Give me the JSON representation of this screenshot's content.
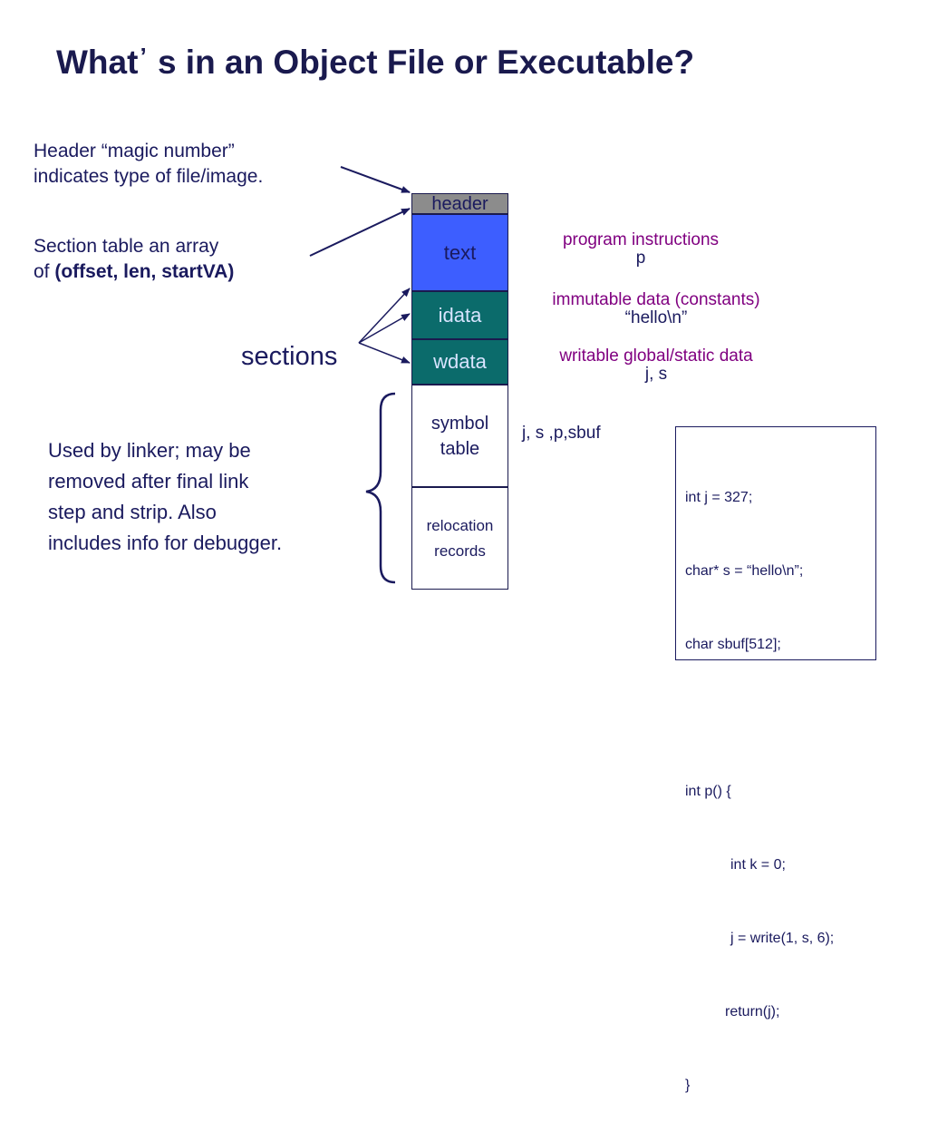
{
  "title": {
    "pre": "What",
    "quote": "’",
    "post": " s in an Object File or Executable?"
  },
  "notes": {
    "header_line1": "Header “magic number”",
    "header_line2": "indicates type of file/image.",
    "section_line1": "Section table an array",
    "section_line2_pre": "of ",
    "section_line2_bold": "(offset, len, startVA)",
    "sections_label": "sections",
    "linker_lines": [
      "Used by linker; may be",
      "removed after final link",
      "step and strip.  Also",
      "includes info for debugger."
    ]
  },
  "blocks": {
    "header": "header",
    "text": "text",
    "idata": "idata",
    "wdata": "wdata",
    "symtab_line1": "symbol",
    "symtab_line2": "table",
    "reloc_line1": "relocation",
    "reloc_line2": "records"
  },
  "descriptions": {
    "text_title": "program instructions",
    "text_sub": "p",
    "idata_title": "immutable data (constants)",
    "idata_sub": "“hello\\n”",
    "wdata_title": "writable global/static data",
    "wdata_sub": "j, s",
    "symbols": "j, s ,p,sbuf"
  },
  "code_lines": [
    "int j = 327;",
    "char* s = “hello\\n”;",
    "char sbuf[512];",
    "",
    "int p() {",
    "int k = 0;",
    "j = write(1, s, 6);",
    "return(j);",
    "}"
  ],
  "colors": {
    "title": "#1a1a4e",
    "header_block": "#8c8c8c",
    "text_block": "#3d5eff",
    "data_blocks": "#0b6b6b",
    "description": "#800080"
  }
}
